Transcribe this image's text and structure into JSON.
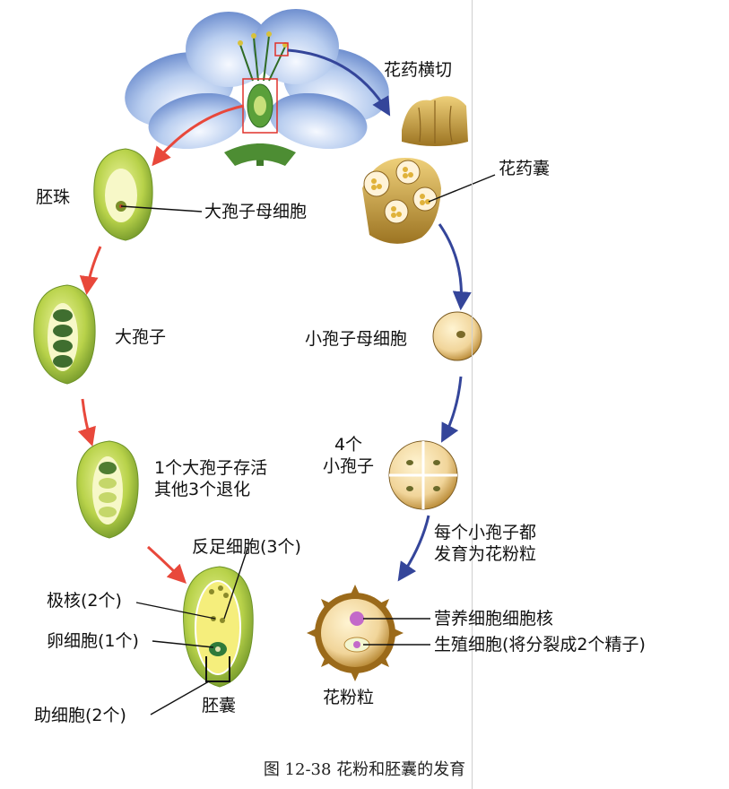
{
  "labels": {
    "anther_cross_section": "花药横切",
    "pollen_sac": "花药囊",
    "ovule": "胚珠",
    "megasporocyte": "大孢子母细胞",
    "megaspore": "大孢子",
    "one_survives": "1个大孢子存活\n其他3个退化",
    "antipodal_cells": "反足细胞(3个)",
    "polar_nuclei": "极核(2个)",
    "egg_cell": "卵细胞(1个)",
    "synergids": "助细胞(2个)",
    "embryo_sac": "胚囊",
    "microsporocyte": "小孢子母细胞",
    "four_microspores": "4个\n小孢子",
    "each_develops": "每个小孢子都\n发育为花粉粒",
    "vegetative_nucleus": "营养细胞细胞核",
    "generative_cell": "生殖细胞(将分裂成2个精子)",
    "pollen_grain": "花粉粒"
  },
  "caption": "图 12-38    花粉和胚囊的发育",
  "colors": {
    "left_arrow": "#e8483b",
    "right_arrow": "#34459a",
    "petal": "#9db7e6",
    "ovule_green": "#a6c93c",
    "pollen": "#c9952e"
  }
}
